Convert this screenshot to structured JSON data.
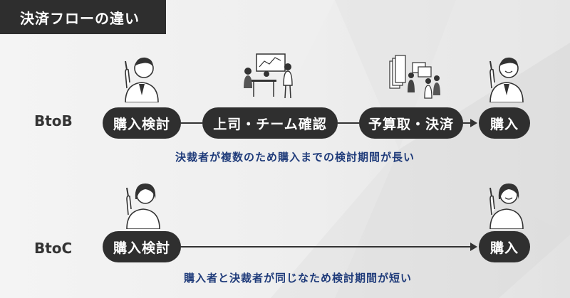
{
  "title": "決済フローの違い",
  "btob": {
    "label": "BtoB",
    "steps": [
      "購入検討",
      "上司・チーム確認",
      "予算取・決済",
      "購入"
    ],
    "note": "決裁者が複数のため購入までの検討期間が長い"
  },
  "btoc": {
    "label": "BtoC",
    "steps": [
      "購入検討",
      "購入"
    ],
    "note": "購入者と決裁者が同じなため検討期間が短い"
  },
  "colors": {
    "pill": "#2f2f2f",
    "note": "#1f3b7a",
    "title_bg": "#2e2e2e"
  },
  "icons": [
    "businessman-thinking-icon",
    "team-meeting-icon",
    "budget-documents-icon",
    "businessman-satisfied-icon",
    "woman-thinking-icon",
    "woman-satisfied-icon"
  ]
}
